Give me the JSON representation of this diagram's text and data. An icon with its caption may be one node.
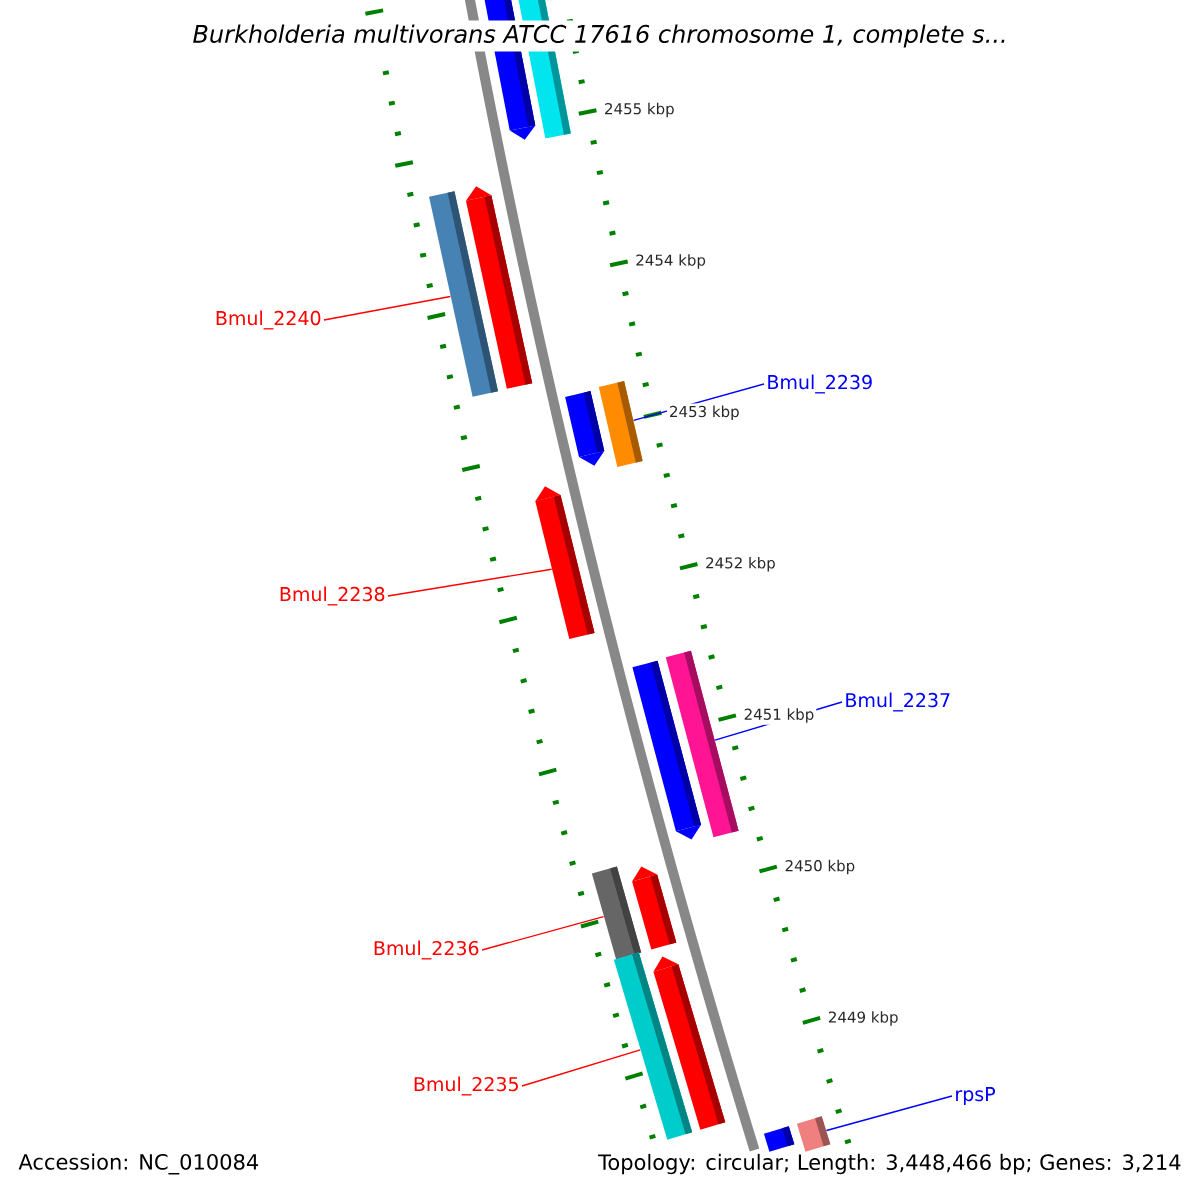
{
  "diagram": {
    "title": "Burkholderia multivorans ATCC 17616 chromosome 1, complete s...",
    "nodes": [
      {
        "text": [
          "Bmul_2240"
        ]
      },
      {
        "text": [
          "Bmul_2239"
        ]
      },
      {
        "text": [
          "Bmul_2238"
        ]
      },
      {
        "text": [
          "Bmul_2237"
        ]
      },
      {
        "text": [
          "Bmul_2236"
        ]
      },
      {
        "text": [
          "Bmul_2235"
        ]
      },
      {
        "text": [
          "rpsP"
        ]
      },
      {
        "text": [],
        "shape": "bar"
      },
      {
        "text": [],
        "shape": "bar"
      },
      {
        "text": [],
        "shape": "bar"
      },
      {
        "text": [],
        "shape": "bar"
      },
      {
        "text": [],
        "shape": "bar"
      },
      {
        "text": [],
        "shape": "bar"
      },
      {
        "text": [],
        "shape": "bar"
      },
      {
        "text": [],
        "shape": "bar"
      },
      {
        "text": [],
        "shape": "bar"
      },
      {
        "text": [],
        "shape": "bar"
      },
      {
        "text": [],
        "shape": "bar"
      },
      {
        "text": [],
        "shape": "bar"
      },
      {
        "text": [],
        "shape": "bar"
      },
      {
        "text": [],
        "shape": "bar"
      },
      {
        "text": [],
        "shape": "bar"
      }
    ],
    "edges": [
      {
        "from": 0,
        "to": 9,
        "arrow": "none"
      },
      {
        "from": 1,
        "to": 12,
        "arrow": "none",
        "color": "#0000ff"
      },
      {
        "from": 2,
        "to": 13,
        "arrow": "none"
      },
      {
        "from": 3,
        "to": 15,
        "arrow": "none",
        "color": "#0000ff"
      },
      {
        "from": 4,
        "to": 16,
        "arrow": "none"
      },
      {
        "from": 5,
        "to": 18,
        "arrow": "none"
      },
      {
        "from": 6,
        "to": 21,
        "arrow": "none",
        "color": "#0000ff"
      }
    ],
    "labels": [
      "2455 kbp",
      "2454 kbp",
      "2453 kbp",
      "2452 kbp",
      "2451 kbp",
      "2450 kbp",
      "2449 kbp",
      "Accession: NC_010084",
      "Topology: circular; Length: 3,448,466 bp; Genes: 3,214"
    ]
  }
}
